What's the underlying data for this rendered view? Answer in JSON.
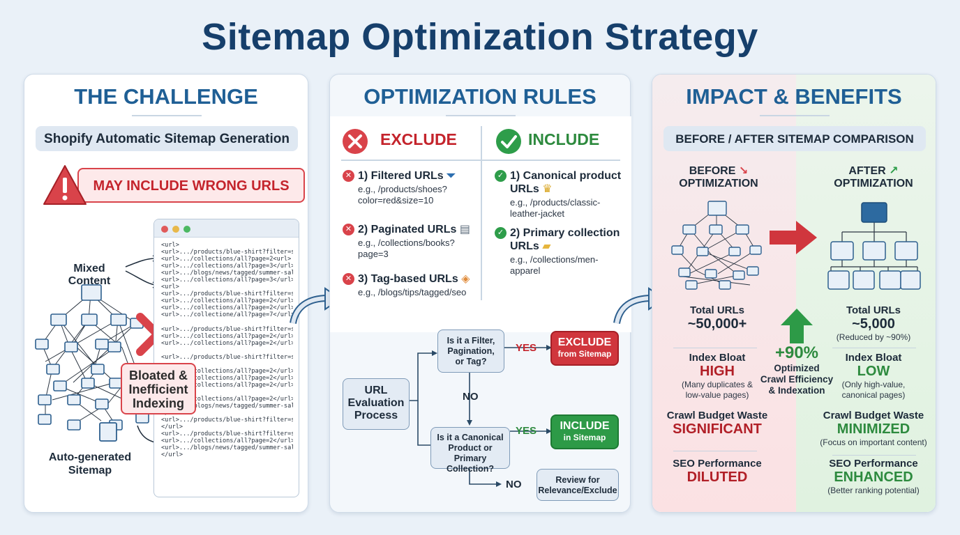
{
  "title": "Sitemap Optimization Strategy",
  "challenge": {
    "heading": "THE CHALLENGE",
    "subheading": "Shopify Automatic Sitemap Generation",
    "warning": "MAY INCLUDE WRONG URLS",
    "mixed_label": "Mixed Content",
    "auto_label_1": "Auto-generated",
    "auto_label_2": "Sitemap",
    "bloat_1": "Bloated &",
    "bloat_2": "Inefficient",
    "bloat_3": "Indexing",
    "code_lines": [
      "<url>",
      "<url>.../products/blue-shirt?filter=size_l</url>",
      "<url>.../collections/all?page=2<url>",
      "<url>.../collections/all?page=3</url>",
      "<url>.../blogs/news/tagged/summer-sale</url>",
      "<url>.../collections/all?page=3</url>",
      "<url>",
      "<url>.../products/blue-shirt?filter=size_l</url>",
      "<url>.../collections/all?page=2</url>",
      "<url>.../collections/all?page=2</url>",
      "<url>.../collectione/all?page=7</url>",
      "",
      "<url>.../products/blue-shirt?filter=size_l</url>",
      "<url>.../collections/all?page=2</url>",
      "<url>.../collections/all?page=2</url>",
      "",
      "<url>.../products/blue-shirt?filter=size_l</url>",
      "",
      "<url>.../collections/all?page=2</url>",
      "<url>.../collections/all?page=2</url>",
      "<url>.../collections/all?page=2</url>",
      "",
      "<url>.../collections/all?page=2</url>",
      "<url>.../blogs/news/tagged/summer-sale</url>",
      "</url>",
      "<url>.../products/blue-shirt?filter=size_l</url>",
      "</url>",
      "<url>.../products/blue-shirt?filter=size_l</url>",
      "<url>.../collections/all?page=2</url>",
      "<url>.../blogs/news/tagged/summer-sale</url>",
      "</url>"
    ]
  },
  "rules": {
    "heading": "OPTIMIZATION RULES",
    "exclude_head": "EXCLUDE",
    "include_head": "INCLUDE",
    "exclude": [
      {
        "title": "1) Filtered URLs",
        "ex1": "e.g., /products/shoes?",
        "ex2": "color=red&size=10"
      },
      {
        "title": "2) Paginated URLs",
        "ex1": "e.g., /collections/books?",
        "ex2": "page=3"
      },
      {
        "title": "3) Tag-based URLs",
        "ex1": "e.g., /blogs/tips/tagged/seo",
        "ex2": ""
      }
    ],
    "include": [
      {
        "title1": "1) Canonical product",
        "title2": "URLs",
        "ex1": "e.g., /products/classic-",
        "ex2": "leather-jacket"
      },
      {
        "title1": "2) Primary collection",
        "title2": "URLs",
        "ex1": "e.g., /collections/men-",
        "ex2": "apparel"
      }
    ],
    "flow": {
      "start_1": "URL",
      "start_2": "Evaluation",
      "start_3": "Process",
      "q1_1": "Is it a Filter,",
      "q1_2": "Pagination,",
      "q1_3": "or Tag?",
      "q2_1": "Is it a Canonical",
      "q2_2": "Product or Primary",
      "q2_3": "Collection?",
      "yes": "YES",
      "no": "NO",
      "exclude_1": "EXCLUDE",
      "exclude_2": "from Sitemap",
      "include_1": "INCLUDE",
      "include_2": "in Sitemap",
      "review_1": "Review for",
      "review_2": "Relevance/Exclude"
    }
  },
  "impact": {
    "heading": "IMPACT & BENEFITS",
    "subheading": "BEFORE / AFTER SITEMAP COMPARISON",
    "before_1": "BEFORE",
    "before_2": "OPTIMIZATION",
    "after_1": "AFTER",
    "after_2": "OPTIMIZATION",
    "gain_value": "+90%",
    "gain_1": "Optimized",
    "gain_2": "Crawl Efficiency",
    "gain_3": "& Indexation",
    "before_stats": {
      "total_h": "Total URLs",
      "total_v": "~50,000+",
      "bloat_h": "Index Bloat",
      "bloat_v": "HIGH",
      "bloat_n1": "(Many duplicates &",
      "bloat_n2": "low-value pages)",
      "crawl_h": "Crawl Budget Waste",
      "crawl_v": "SIGNIFICANT",
      "seo_h": "SEO Performance",
      "seo_v": "DILUTED"
    },
    "after_stats": {
      "total_h": "Total URLs",
      "total_v": "~5,000",
      "total_n": "(Reduced by ~90%)",
      "bloat_h": "Index Bloat",
      "bloat_v": "LOW",
      "bloat_n1": "(Only high-value,",
      "bloat_n2": "canonical pages)",
      "crawl_h": "Crawl Budget Waste",
      "crawl_v": "MINIMIZED",
      "crawl_n": "(Focus on important content)",
      "seo_h": "SEO Performance",
      "seo_v": "ENHANCED",
      "seo_n": "(Better ranking potential)"
    }
  },
  "colors": {
    "navy": "#163f6b",
    "red": "#c4242c",
    "green": "#2d8a3e",
    "blue": "#1f5f95"
  }
}
